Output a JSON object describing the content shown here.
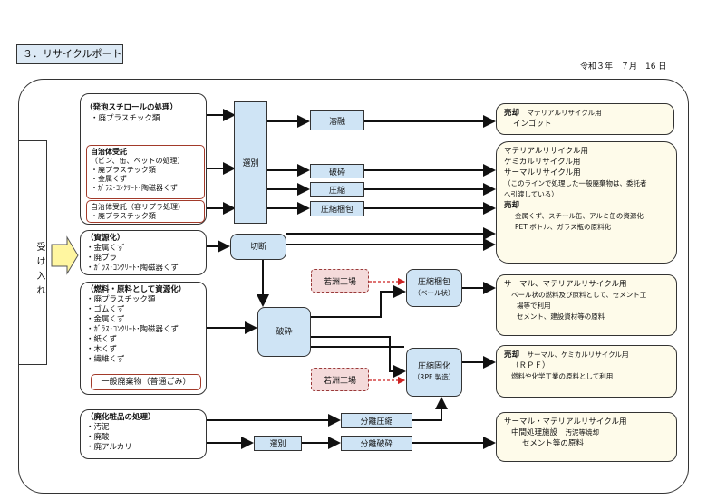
{
  "header": {
    "title": "３．リサイクルポート",
    "date": "令和３年　７月　16 日"
  },
  "side": {
    "label": "受け入れ"
  },
  "inputs": {
    "styrofoam": {
      "title": "（発泡スチロールの処理）",
      "items": [
        "・廃プラスチック類"
      ]
    },
    "municipal1": {
      "title": "自治体受託",
      "sub": "（ビン、缶、ペットの処理）",
      "items": [
        "・廃プラスチック類",
        "・金属くず",
        "・ｶﾞﾗｽ･ｺﾝｸﾘｰﾄ･陶磁器くず"
      ]
    },
    "municipal2": {
      "title": "自治体受託（容リプラ処理）",
      "items": [
        "・廃プラスチック類"
      ]
    },
    "resource": {
      "title": "（資源化）",
      "items": [
        "・金属くず",
        "・廃プラ",
        "・ｶﾞﾗｽ･ｺﾝｸﾘｰﾄ･陶磁器くず"
      ]
    },
    "fuel": {
      "title": "（燃料・原料として資源化）",
      "items": [
        "・廃プラスチック類",
        "・ゴムくず",
        "・金属くず",
        "・ｶﾞﾗｽ･ｺﾝｸﾘｰﾄ･陶磁器くず",
        "・紙くず",
        "・木くず",
        "・繊維くず"
      ],
      "general": "一般廃棄物（普通ごみ）"
    },
    "chemical": {
      "title": "（廃化粧品の処理）",
      "items": [
        "・汚泥",
        "・廃酸",
        "・廃アルカリ"
      ]
    }
  },
  "process": {
    "sort1": "選別",
    "melt": "溶融",
    "crush1": "破砕",
    "compress": "圧縮",
    "bale1": "圧縮梱包",
    "cut": "切断",
    "crush2": "破砕",
    "factory1": "若洲工場",
    "factory2": "若洲工場",
    "bale2": "圧縮梱包",
    "bale2_sub": "（ベール状）",
    "solid": "圧縮固化",
    "solid_sub": "（RPF 製造）",
    "sep_comp": "分離圧縮",
    "sort2": "選別",
    "sep_crush": "分離破砕"
  },
  "outputs": {
    "o1": {
      "title": "売却",
      "sub": "マテリアルリサイクル用",
      "line2": "インゴット"
    },
    "o2": {
      "l1": "マテリアルリサイクル用",
      "l2": "ケミカルリサイクル用",
      "l3": "サーマルリサイクル用",
      "note1": "（このラインで処理した一般廃棄物は、委託者",
      "note2": "へ引渡している）",
      "sale": "売却",
      "s1": "金属くず、スチール缶、アルミ缶の資源化",
      "s2": "PET ボトル、ガラス瓶の原料化"
    },
    "o3": {
      "title": "サーマル、マテリアルリサイクル用",
      "l1": "ベール状の燃料及び原料として、セメント工",
      "l2": "場等で利用",
      "l3": "セメント、建設資材等の原料"
    },
    "o4": {
      "title": "売却",
      "sub": "サーマル、ケミカルリサイクル用",
      "l1": "（ＲＰＦ）",
      "l2": "燃料や化学工業の原料として利用"
    },
    "o5": {
      "title": "サーマル・マテリアルリサイクル用",
      "l1": "中間処理施設",
      "l1b": "汚泥等焼却",
      "l2": "セメント等の原料"
    }
  }
}
